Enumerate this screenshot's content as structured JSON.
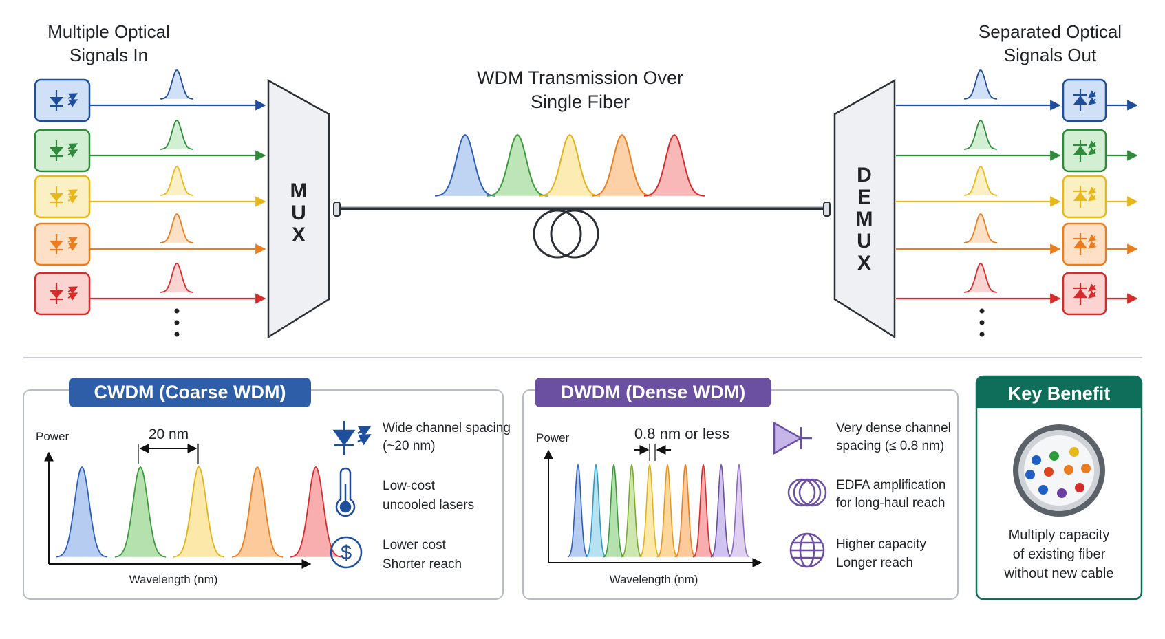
{
  "top": {
    "left_title": [
      "Multiple Optical",
      "Signals In"
    ],
    "right_title": [
      "Separated Optical",
      "Signals Out"
    ],
    "center_title": [
      "WDM Transmission Over",
      "Single Fiber"
    ],
    "mux_label": [
      "M",
      "U",
      "X"
    ],
    "demux_label": [
      "D",
      "E",
      "M",
      "U",
      "X"
    ],
    "channels": [
      {
        "color": "#1f4e9c",
        "fill": "#cfe0f7"
      },
      {
        "color": "#2e8b3a",
        "fill": "#d2efd3"
      },
      {
        "color": "#e8b71a",
        "fill": "#fbefc4"
      },
      {
        "color": "#ea7d1f",
        "fill": "#fde0c6"
      },
      {
        "color": "#d62b2b",
        "fill": "#fbd3d1"
      }
    ],
    "fiber_pulse_fills": [
      "#a9c4ee",
      "#a8dca0",
      "#fbe49a",
      "#fbc189",
      "#f7a0a0"
    ],
    "fiber_pulse_strokes": [
      "#2e5eb8",
      "#3d9a3c",
      "#e2b21c",
      "#ea7d1f",
      "#d62b2b"
    ]
  },
  "cwdm": {
    "header": "CWDM (Coarse WDM)",
    "header_color": "#2f5ea8",
    "power_label": "Power",
    "wavelength_label": "Wavelength (nm)",
    "spacing_label": "20 nm",
    "features": [
      {
        "icon": "laser-diode-icon",
        "lines": [
          "Wide channel spacing",
          "(~20 nm)"
        ]
      },
      {
        "icon": "thermometer-icon",
        "lines": [
          "Low-cost",
          "uncooled lasers"
        ]
      },
      {
        "icon": "dollar-icon",
        "lines": [
          "Lower cost",
          "Shorter reach"
        ]
      }
    ]
  },
  "dwdm": {
    "header": "DWDM (Dense WDM)",
    "header_color": "#6b4fa0",
    "power_label": "Power",
    "wavelength_label": "Wavelength (nm)",
    "spacing_label": "0.8 nm or less",
    "features": [
      {
        "icon": "amplifier-icon",
        "lines": [
          "Very dense channel",
          "spacing (≤ 0.8 nm)"
        ]
      },
      {
        "icon": "fiber-coil-icon",
        "lines": [
          "EDFA amplification",
          "for long-haul reach"
        ]
      },
      {
        "icon": "globe-icon",
        "lines": [
          "Higher capacity",
          "Longer reach"
        ]
      }
    ]
  },
  "benefit": {
    "header": "Key Benefit",
    "header_color": "#0f6e5a",
    "lines": [
      "Multiply capacity",
      "of existing fiber",
      "without new cable"
    ]
  }
}
